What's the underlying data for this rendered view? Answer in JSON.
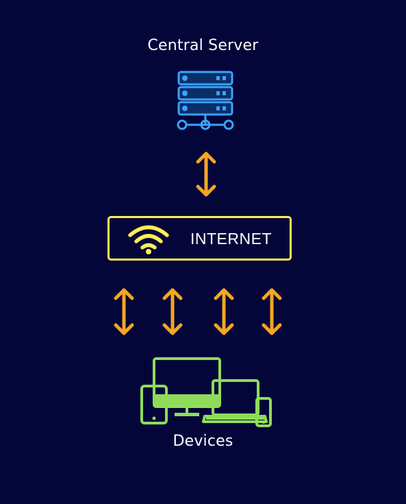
{
  "diagram": {
    "server_label": "Central Server",
    "internet_label": "INTERNET",
    "devices_label": "Devices"
  },
  "colors": {
    "background": "#04063a",
    "server": "#3aa2ff",
    "arrows": "#f5a623",
    "internet_border": "#ffee54",
    "wifi": "#ffee54",
    "devices": "#8fdc5a",
    "text": "#ffffff"
  },
  "icons": {
    "server": "server-rack-icon",
    "internet": "wifi-icon",
    "devices": "devices-icon",
    "arrows": "double-arrow-icon"
  }
}
